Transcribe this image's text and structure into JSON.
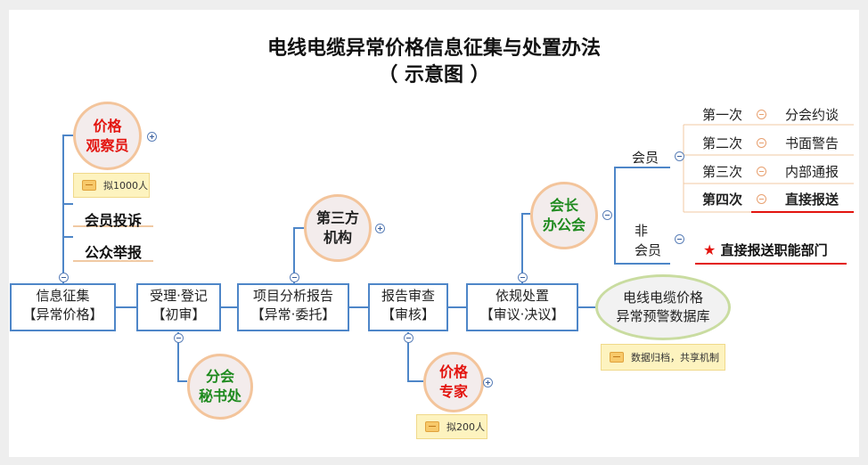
{
  "title": {
    "line1": "电线电缆异常价格信息征集与处置办法",
    "line2": "（ 示意图 ）"
  },
  "stages": [
    {
      "line1": "信息征集",
      "line2": "【异常价格】"
    },
    {
      "line1": "受理·登记",
      "line2": "【初审】"
    },
    {
      "line1": "项目分析报告",
      "line2": "【异常·委托】"
    },
    {
      "line1": "报告审查",
      "line2": "【审核】"
    },
    {
      "line1": "依规处置",
      "line2": "【审议·决议】"
    }
  ],
  "database": {
    "line1": "电线电缆价格",
    "line2": "异常预警数据库",
    "note": "数据归档，共享机制"
  },
  "observer": {
    "line1": "价格",
    "line2": "观察员",
    "note": "拟1000人"
  },
  "sources": {
    "member_complaint": "会员投诉",
    "public_report": "公众举报"
  },
  "secretariat": {
    "line1": "分会",
    "line2": "秘书处"
  },
  "third_party": {
    "line1": "第三方",
    "line2": "机构"
  },
  "experts": {
    "line1": "价格",
    "line2": "专家",
    "note": "拟200人"
  },
  "office": {
    "line1": "会长",
    "line2": "办公会"
  },
  "member": {
    "label": "会员",
    "steps": [
      {
        "order": "第一次",
        "action": "分会约谈"
      },
      {
        "order": "第二次",
        "action": "书面警告"
      },
      {
        "order": "第三次",
        "action": "内部通报"
      },
      {
        "order": "第四次",
        "action": "直接报送"
      }
    ]
  },
  "non_member": {
    "line1": "非",
    "line2": "会员",
    "action": "直接报送职能部门"
  },
  "colors": {
    "box_border": "#4e86c8",
    "circle_border": "#f3c49b",
    "red": "#e3140f",
    "green": "#1e8a1e",
    "db_border": "#c9dca0"
  }
}
